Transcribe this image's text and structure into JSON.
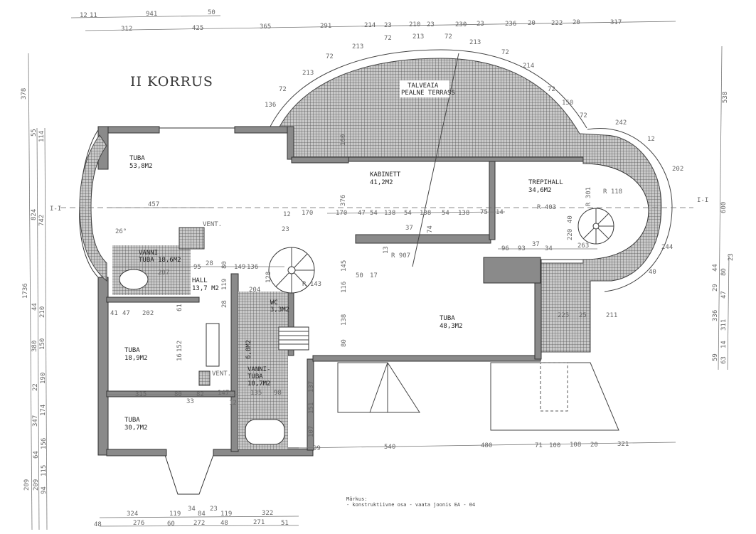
{
  "title": "II KORRUS",
  "rooms": {
    "tuba_nw": {
      "name": "TUBA",
      "area": "53,8M2"
    },
    "kabinett": {
      "name": "KABINETT",
      "area": "41,2M2"
    },
    "trepihall": {
      "name": "TREPIHALL",
      "area": "34,6M2"
    },
    "terrass": {
      "name": "TALVEAIA",
      "sub": "PEALNE TERRASS"
    },
    "vannituba1": {
      "name": "VANNI",
      "area": "TUBA 18,6M2"
    },
    "hall": {
      "name": "HALL",
      "area": "13,7 M2"
    },
    "wc": {
      "name": "WC",
      "area": "3,3M2"
    },
    "tuba_center": {
      "name": "TUBA",
      "area": "48,3M2"
    },
    "tuba_w": {
      "name": "TUBA",
      "area": "18,9M2"
    },
    "riietus": {
      "name": "6,8M2"
    },
    "vannituba2": {
      "name": "VANNI-",
      "area": "TUBA",
      "area2": "10,7M2"
    },
    "tuba_sw": {
      "name": "TUBA",
      "area": "30,7M2"
    },
    "vent1": "VENT.",
    "vent2": "VENT."
  },
  "section_marks": {
    "left": "I-I",
    "right": "I-I"
  },
  "radii": {
    "r118": "R 118",
    "r403": "R 403",
    "r907": "R 907",
    "r143": "R 143",
    "r301": "R 301"
  },
  "dims": {
    "top1": [
      "12",
      "11",
      "941",
      "50"
    ],
    "top2": [
      "312",
      "425",
      "365",
      "291",
      "214",
      "23",
      "210",
      "23",
      "230",
      "23",
      "236",
      "20",
      "222",
      "20",
      "317"
    ],
    "arc": [
      "136",
      "72",
      "213",
      "72",
      "213",
      "72",
      "213",
      "72",
      "213",
      "72",
      "214",
      "72",
      "150",
      "72",
      "242",
      "12",
      "202",
      "244",
      "40"
    ],
    "left1": [
      "378",
      "1736",
      "209"
    ],
    "left2": [
      "55",
      "824",
      "44",
      "380",
      "22",
      "347",
      "64",
      "209"
    ],
    "left3": [
      "114",
      "742",
      "210",
      "150",
      "190",
      "174",
      "156",
      "115",
      "94"
    ],
    "right": [
      "538",
      "600",
      "23",
      "44",
      "80",
      "47",
      "29",
      "336",
      "311",
      "59",
      "14",
      "63"
    ],
    "bottom1": [
      "324",
      "119",
      "34",
      "84",
      "23",
      "119",
      "322"
    ],
    "bottom2": [
      "48",
      "276",
      "60",
      "272",
      "48",
      "271",
      "51"
    ],
    "bottom_east": [
      "99",
      "540",
      "480",
      "71",
      "100",
      "108",
      "20",
      "321"
    ],
    "interior": [
      "457",
      "26°",
      "170",
      "170",
      "47",
      "54",
      "138",
      "54",
      "138",
      "54",
      "138",
      "75",
      "14",
      "12",
      "23",
      "96",
      "93",
      "37",
      "34",
      "263",
      "220",
      "40",
      "37",
      "74",
      "13",
      "207",
      "95",
      "28",
      "80",
      "149",
      "136",
      "128",
      "204",
      "41",
      "47",
      "202",
      "152",
      "315",
      "80",
      "82",
      "147",
      "12",
      "135",
      "98",
      "225",
      "25",
      "211",
      "376",
      "160",
      "145",
      "50",
      "17",
      "116",
      "138",
      "80",
      "151",
      "107",
      "137",
      "119",
      "28",
      "61",
      "16",
      "33"
    ]
  },
  "note": {
    "heading": "Märkus:",
    "text": "- konstruktiivne osa - vaata joonis EA - 04"
  }
}
